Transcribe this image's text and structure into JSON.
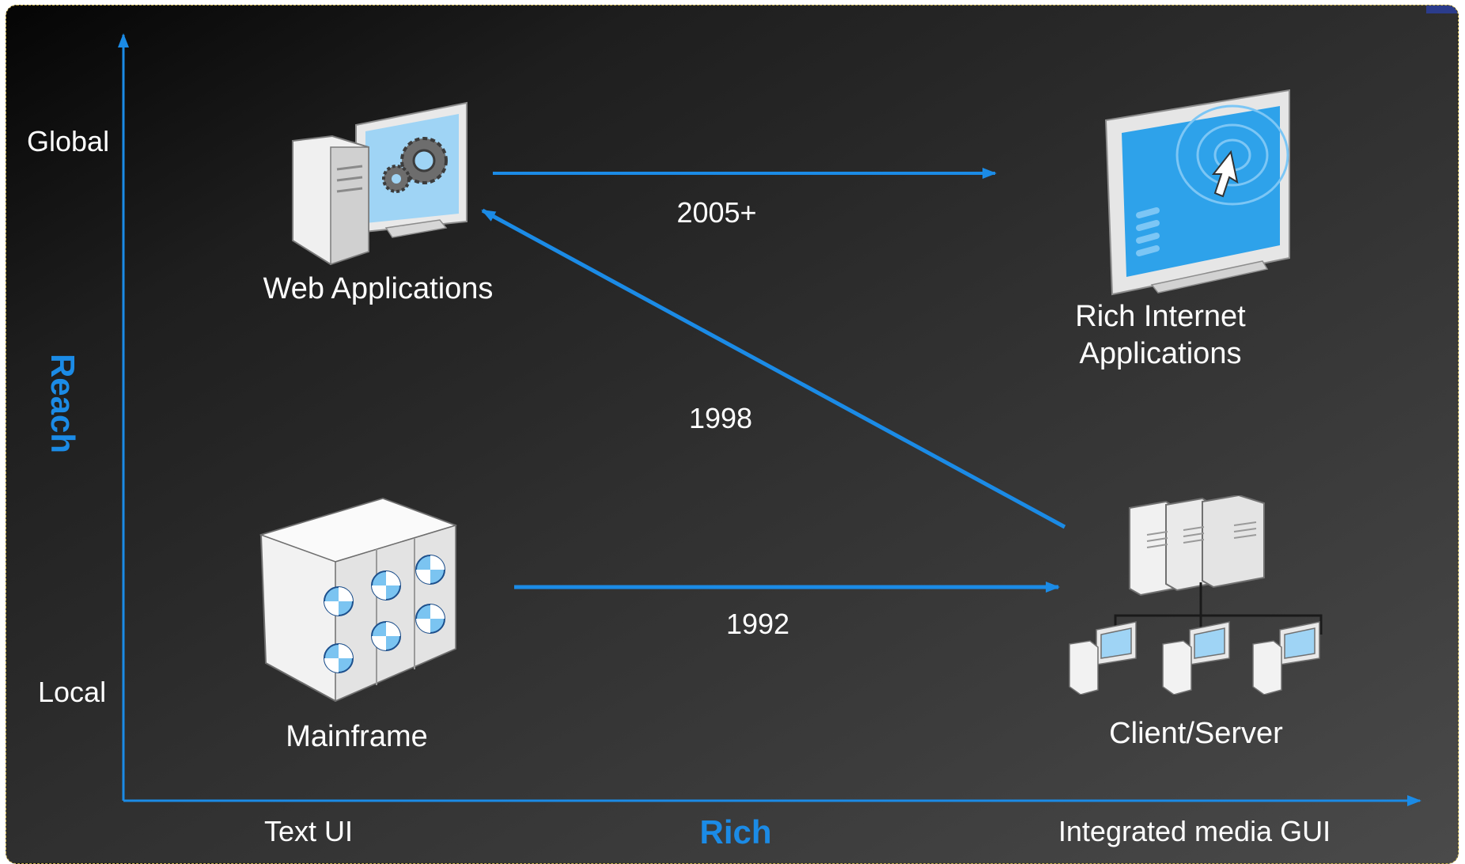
{
  "axes": {
    "y_title": "Reach",
    "x_title": "Rich",
    "y_top": "Global",
    "y_bottom": "Local",
    "x_left": "Text UI",
    "x_right": "Integrated media GUI"
  },
  "nodes": {
    "web_apps": "Web Applications",
    "ria_line1": "Rich Internet",
    "ria_line2": "Applications",
    "mainframe": "Mainframe",
    "client_server": "Client/Server"
  },
  "transitions": {
    "mainframe_to_cs": "1992",
    "cs_to_web": "1998",
    "web_to_ria": "2005+"
  },
  "colors": {
    "accent": "#1b8be6",
    "text": "#ffffff",
    "background_dark": "#050505",
    "background_light": "#4a4a4a"
  }
}
